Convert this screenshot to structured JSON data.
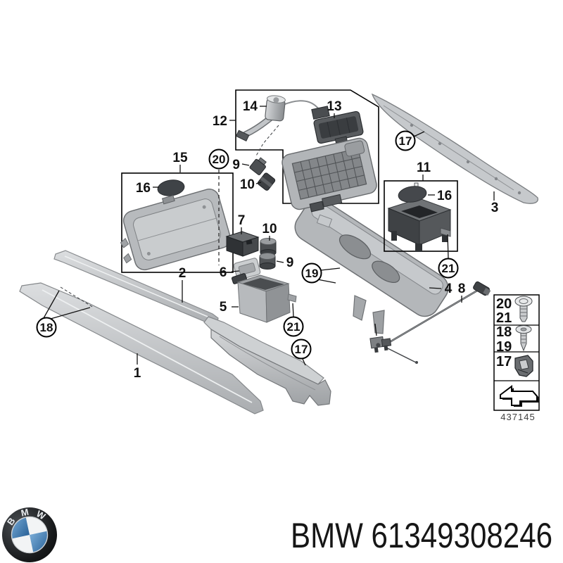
{
  "diagram": {
    "drawing_number": "437145",
    "callouts": {
      "n1": "1",
      "n2": "2",
      "n3": "3",
      "n4": "4",
      "n5": "5",
      "n6": "6",
      "n7": "7",
      "n8": "8",
      "n9": "9",
      "n10": "10",
      "n11": "11",
      "n12": "12",
      "n13": "13",
      "n14": "14",
      "n15": "15",
      "n16": "16",
      "n17": "17",
      "n18": "18",
      "n19": "19",
      "n20": "20",
      "n21": "21"
    },
    "legend": {
      "row1_top": "20",
      "row1_bottom": "21",
      "row2_top": "18",
      "row2_bottom": "19",
      "row3": "17",
      "icon1": "pan-head-screw-icon",
      "icon2": "pointed-screw-with-washer-icon",
      "icon3": "spring-clip-icon",
      "icon4": "direction-arrow-icon"
    }
  },
  "footer": {
    "brand_part_text": "BMW 61349308246",
    "logo_letters": [
      "B",
      "M",
      "W"
    ]
  }
}
